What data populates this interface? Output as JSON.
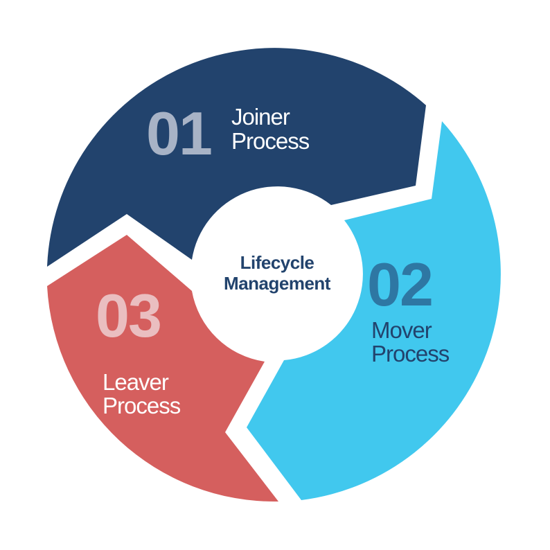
{
  "center": {
    "line1": "Lifecycle",
    "line2": "Management"
  },
  "stages": [
    {
      "number": "01",
      "line1": "Joiner",
      "line2": "Process"
    },
    {
      "number": "02",
      "line1": "Mover",
      "line2": "Process"
    },
    {
      "number": "03",
      "line1": "Leaver",
      "line2": "Process"
    }
  ],
  "colors": {
    "joiner": "#22436D",
    "joiner_number": "#A8B3C6",
    "mover": "#41C8EE",
    "mover_number": "#2E77A3",
    "mover_text": "#22436D",
    "leaver": "#D55F5E",
    "leaver_number": "#EABEC0",
    "center_text": "#22436D"
  }
}
